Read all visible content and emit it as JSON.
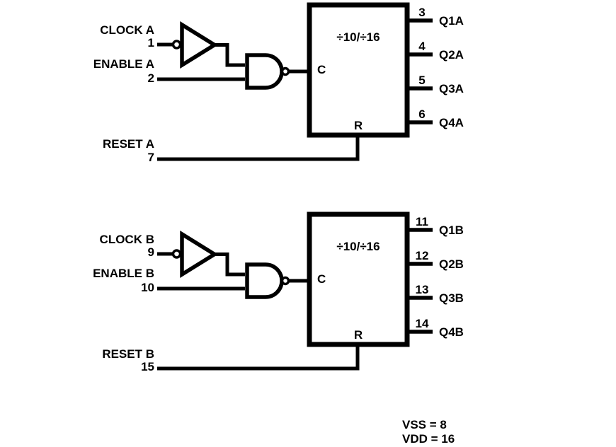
{
  "colors": {
    "ink": "#000000",
    "background": "#ffffff"
  },
  "sections": [
    {
      "id": "A",
      "clock_label": "CLOCK A",
      "clock_pin": "1",
      "enable_label": "ENABLE A",
      "enable_pin": "2",
      "reset_label": "RESET A",
      "reset_pin": "7",
      "counter_label": "÷10/÷16",
      "clock_port": "C",
      "reset_port": "R",
      "outputs": [
        {
          "pin": "3",
          "label": "Q1A"
        },
        {
          "pin": "4",
          "label": "Q2A"
        },
        {
          "pin": "5",
          "label": "Q3A"
        },
        {
          "pin": "6",
          "label": "Q4A"
        }
      ]
    },
    {
      "id": "B",
      "clock_label": "CLOCK B",
      "clock_pin": "9",
      "enable_label": "ENABLE B",
      "enable_pin": "10",
      "reset_label": "RESET B",
      "reset_pin": "15",
      "counter_label": "÷10/÷16",
      "clock_port": "C",
      "reset_port": "R",
      "outputs": [
        {
          "pin": "11",
          "label": "Q1B"
        },
        {
          "pin": "12",
          "label": "Q2B"
        },
        {
          "pin": "13",
          "label": "Q3B"
        },
        {
          "pin": "14",
          "label": "Q4B"
        }
      ]
    }
  ],
  "power": {
    "vss_label": "VSS = 8",
    "vdd_label": "VDD = 16"
  }
}
